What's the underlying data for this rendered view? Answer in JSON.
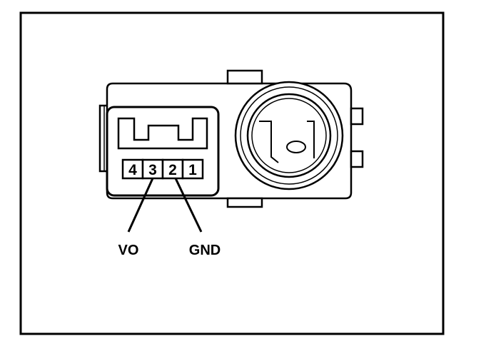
{
  "connector": {
    "pins": [
      {
        "number": "4"
      },
      {
        "number": "3"
      },
      {
        "number": "2"
      },
      {
        "number": "1"
      }
    ]
  },
  "signals": {
    "vo": "VO",
    "gnd": "GND"
  }
}
